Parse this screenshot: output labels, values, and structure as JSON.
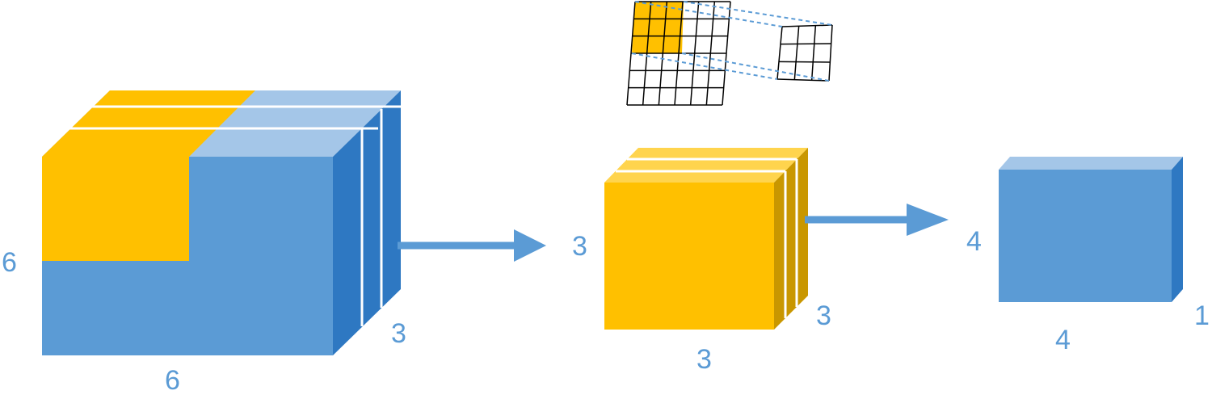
{
  "colors": {
    "blue_front": "#5b9bd5",
    "blue_top": "#a4c6e8",
    "blue_side": "#2e78c2",
    "orange_front": "#ffc000",
    "orange_top": "#ffd44d",
    "orange_side": "#c99700",
    "label": "#5b9bd5",
    "grid_line": "#000000",
    "dashed_line": "#5b9bd5"
  },
  "labels": {
    "input_height": "6",
    "input_width": "6",
    "input_depth": "3",
    "kernel_height": "3",
    "kernel_width": "3",
    "kernel_depth": "3",
    "output_height": "4",
    "output_width": "4",
    "output_depth": "1"
  }
}
